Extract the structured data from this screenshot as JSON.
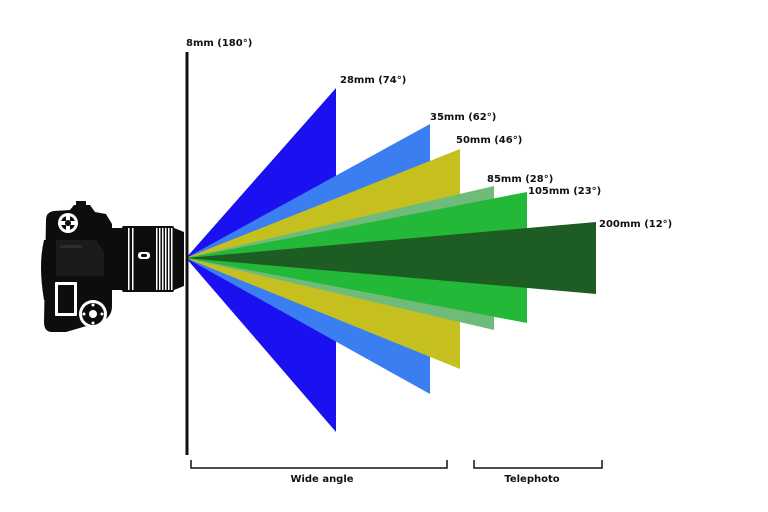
{
  "diagram": {
    "vertical_line_label": "8mm (180°)",
    "camera_icon": "dslr-camera-icon",
    "lenses": [
      {
        "label": "28mm (74°)",
        "color": "#1b10f0"
      },
      {
        "label": "35mm (62°)",
        "color": "#3a7ef2"
      },
      {
        "label": "50mm (46°)",
        "color": "#c5c020"
      },
      {
        "label": "85mm (28°)",
        "color": "#6fbb7a"
      },
      {
        "label": "105mm (23°)",
        "color": "#24b838"
      },
      {
        "label": "200mm (12°)",
        "color": "#1d5c22"
      }
    ],
    "ranges": [
      {
        "label": "Wide angle"
      },
      {
        "label": "Telephoto"
      }
    ]
  }
}
